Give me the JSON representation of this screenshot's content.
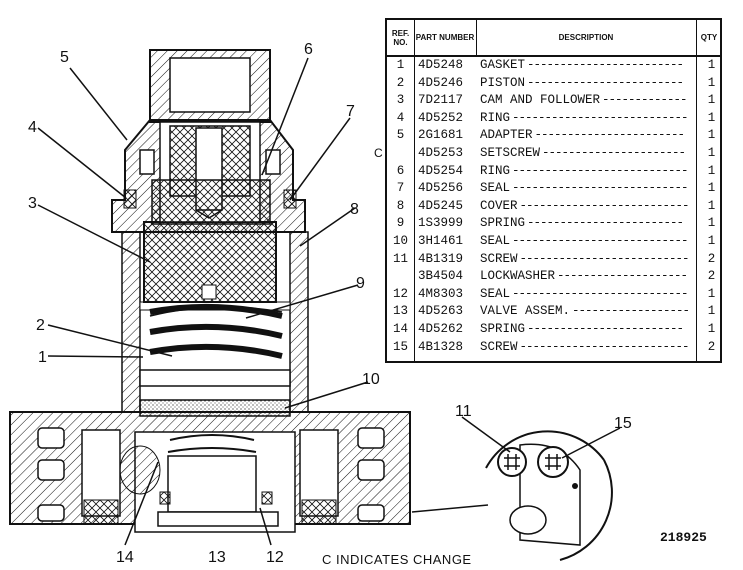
{
  "callouts": [
    "5",
    "6",
    "4",
    "7",
    "3",
    "8",
    "9",
    "2",
    "1",
    "10",
    "11",
    "15",
    "14",
    "13",
    "12"
  ],
  "table": {
    "headers": {
      "ref": "REF. NO.",
      "part": "PART NUMBER",
      "desc": "DESCRIPTION",
      "qty": "QTY"
    },
    "rows": [
      {
        "ref": "1",
        "part": "4D5248",
        "desc": "GASKET",
        "qty": "1"
      },
      {
        "ref": "2",
        "part": "4D5246",
        "desc": "PISTON",
        "qty": "1"
      },
      {
        "ref": "3",
        "part": "7D2117",
        "desc": "CAM AND FOLLOWER",
        "qty": "1"
      },
      {
        "ref": "4",
        "part": "4D5252",
        "desc": "RING",
        "qty": "1"
      },
      {
        "ref": "5",
        "part": "2G1681",
        "desc": "ADAPTER",
        "qty": "1"
      },
      {
        "ref": "",
        "part": "4D5253",
        "desc": "SETSCREW",
        "qty": "1"
      },
      {
        "ref": "6",
        "part": "4D5254",
        "desc": "RING",
        "qty": "1"
      },
      {
        "ref": "7",
        "part": "4D5256",
        "desc": "SEAL",
        "qty": "1"
      },
      {
        "ref": "8",
        "part": "4D5245",
        "desc": "COVER",
        "qty": "1"
      },
      {
        "ref": "9",
        "part": "1S3999",
        "desc": "SPRING",
        "qty": "1"
      },
      {
        "ref": "10",
        "part": "3H1461",
        "desc": "SEAL",
        "qty": "1"
      },
      {
        "ref": "11",
        "part": "4B1319",
        "desc": "SCREW",
        "qty": "2"
      },
      {
        "ref": "",
        "part": "3B4504",
        "desc": "LOCKWASHER",
        "qty": "2"
      },
      {
        "ref": "12",
        "part": "4M8303",
        "desc": "SEAL",
        "qty": "1"
      },
      {
        "ref": "13",
        "part": "4D5263",
        "desc": "VALVE ASSEM.",
        "qty": "1"
      },
      {
        "ref": "14",
        "part": "4D5262",
        "desc": "SPRING",
        "qty": "1"
      },
      {
        "ref": "15",
        "part": "4B1328",
        "desc": "SCREW",
        "qty": "2"
      }
    ]
  },
  "change_mark": "C",
  "change_note": "C INDICATES CHANGE",
  "drawing_number": "218925"
}
